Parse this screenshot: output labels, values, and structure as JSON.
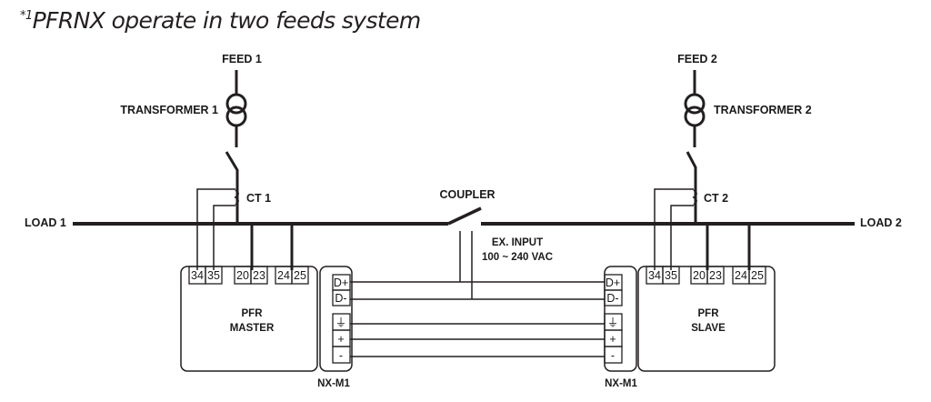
{
  "title": {
    "marker": "*1",
    "text": "PFRNX operate in two feeds system"
  },
  "colors": {
    "line": "#231f20",
    "text": "#1a1a1a",
    "background": "#ffffff"
  },
  "feeds": [
    {
      "feed_label": "FEED 1",
      "transformer_label": "TRANSFORMER 1",
      "ct_label": "CT 1",
      "load_label": "LOAD 1"
    },
    {
      "feed_label": "FEED 2",
      "transformer_label": "TRANSFORMER 2",
      "ct_label": "CT 2",
      "load_label": "LOAD 2"
    }
  ],
  "coupler": {
    "label": "COUPLER",
    "ex_input_line1": "EX. INPUT",
    "ex_input_line2": "100 ~ 240 VAC"
  },
  "controllers": [
    {
      "name_line1": "PFR",
      "name_line2": "MASTER",
      "terminals": [
        "34",
        "35",
        "20",
        "23",
        "24",
        "25"
      ]
    },
    {
      "name_line1": "PFR",
      "name_line2": "SLAVE",
      "terminals": [
        "34",
        "35",
        "20",
        "23",
        "24",
        "25"
      ]
    }
  ],
  "modules": [
    {
      "label": "NX-M1",
      "terminals": [
        "D+",
        "D-",
        "⏚",
        "+",
        "-"
      ]
    },
    {
      "label": "NX-M1",
      "terminals": [
        "D+",
        "D-",
        "⏚",
        "+",
        "-"
      ]
    }
  ]
}
